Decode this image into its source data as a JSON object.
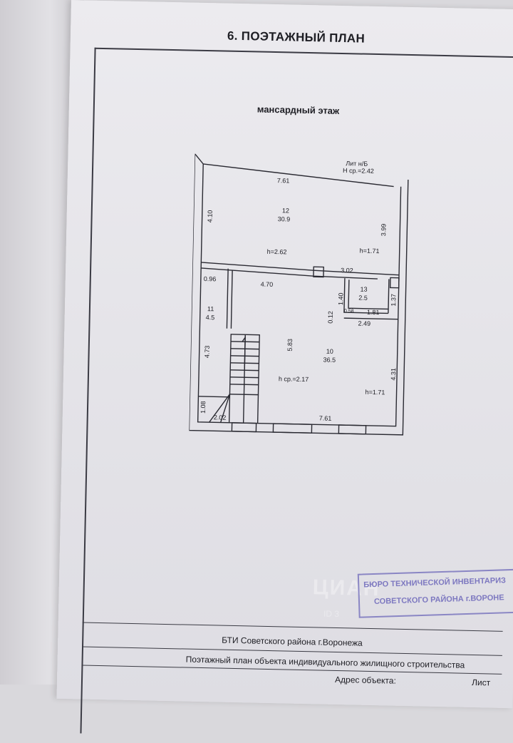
{
  "heading": "6. ПОЭТАЖНЫЙ ПЛАН",
  "floor_name": "мансардный этаж",
  "building": {
    "liter": "Лит н/Б",
    "avg_height": "Н ср.=2.42"
  },
  "rooms": [
    {
      "number": "12",
      "area": "30.9",
      "height": "h=2.62"
    },
    {
      "number": "11",
      "area": "4.5"
    },
    {
      "number": "13",
      "area": "2.5"
    },
    {
      "number": "10",
      "area": "36.5",
      "height": "h ср.=2.17"
    }
  ],
  "low_heights": [
    "h=1.71",
    "h=1.71"
  ],
  "dimensions": [
    "7.61",
    "4.10",
    "3.99",
    "3.02",
    "0.96",
    "4.70",
    "1.40",
    "1.37",
    "0.58",
    "1.81",
    "0.12",
    "2.49",
    "5.83",
    "4.73",
    "4.31",
    "1.08",
    "2.02",
    "7.61"
  ],
  "stamp": {
    "line1": "БЮРО ТЕХНИЧЕСКОЙ ИНВЕНТАРИЗ",
    "line2": "СОВЕТСКОГО РАЙОНА г.ВОРОНЕ"
  },
  "watermark": {
    "brand": "ЦИАН",
    "id": "ID 3"
  },
  "footer": {
    "org": "БТИ Советского района г.Воронежа",
    "title": "Поэтажный план объекта индивидуального жилищного строительства",
    "address_label": "Адрес объекта:",
    "sheet_label": "Лист"
  }
}
